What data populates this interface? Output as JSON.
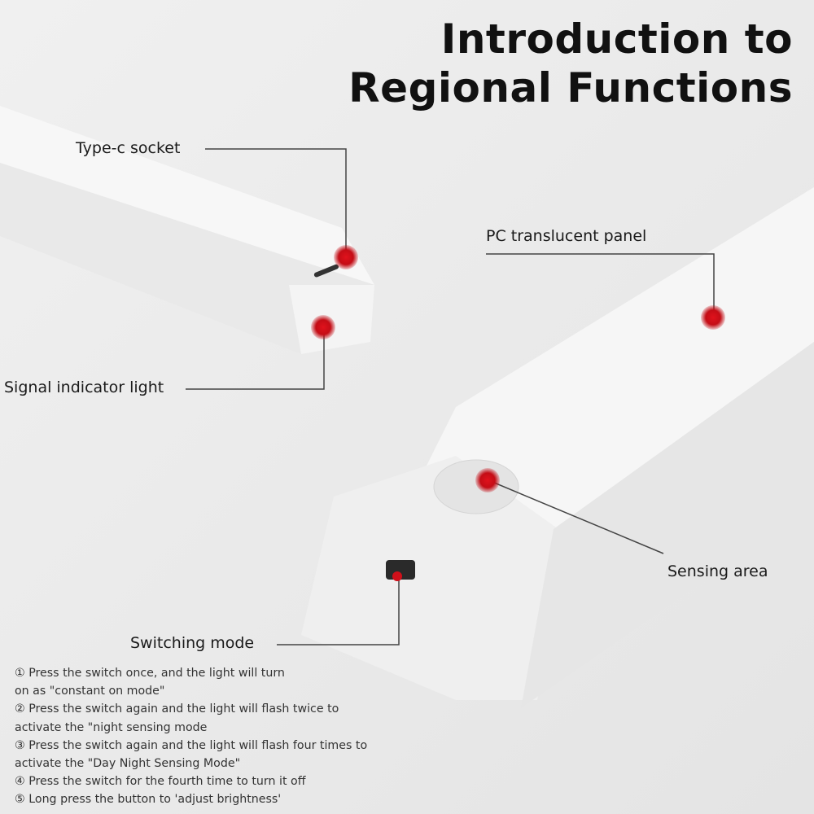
{
  "title": {
    "line1": "Introduction to",
    "line2": "Regional Functions"
  },
  "callouts": {
    "type_c": "Type-c socket",
    "signal": "Signal indicator light",
    "panel": "PC translucent panel",
    "sensing": "Sensing area",
    "switching": "Switching mode"
  },
  "instructions": [
    "① Press the switch once, and the light will turn",
    "on as \"constant on mode\"",
    "② Press the switch again and the light will flash twice to",
    "activate the \"night sensing mode",
    "③ Press the switch again and the light will flash four times to",
    "activate the \"Day Night Sensing Mode\"",
    "④ Press the switch for the fourth time to turn it off",
    "⑤ Long press the button to 'adjust brightness'"
  ],
  "colors": {
    "marker": "#d0101a",
    "background": "#ececec",
    "leader_line": "#444444"
  }
}
